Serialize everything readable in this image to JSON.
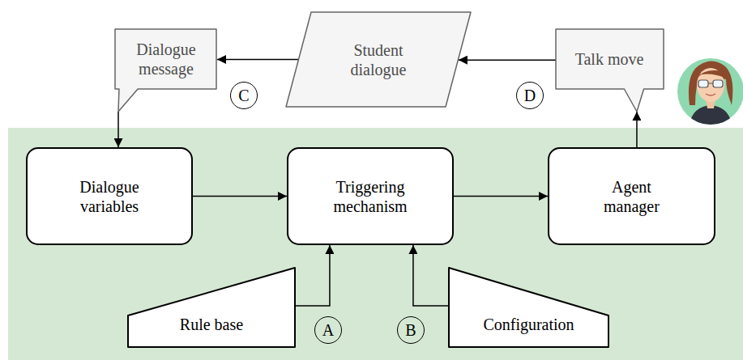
{
  "diagram": {
    "nodes": [
      {
        "text": [
          "Dialogue message"
        ]
      },
      {
        "text": [
          "Student dialogue"
        ]
      },
      {
        "text": [
          "Talk move"
        ]
      },
      {
        "text": [
          "Dialogue variables"
        ]
      },
      {
        "text": [
          "Triggering mechanism"
        ]
      },
      {
        "text": [
          "Agent manager"
        ]
      },
      {
        "text": [
          "Rule base"
        ]
      },
      {
        "text": [
          "Configuration"
        ]
      }
    ],
    "edges": [
      {
        "from": 0,
        "to": 3,
        "arrow": "to"
      },
      {
        "from": 3,
        "to": 4,
        "arrow": "to"
      },
      {
        "from": 4,
        "to": 5,
        "arrow": "to"
      },
      {
        "from": 5,
        "to": 2,
        "arrow": "to"
      },
      {
        "from": 2,
        "to": 1,
        "arrow": "to"
      },
      {
        "from": 1,
        "to": 0,
        "arrow": "to"
      },
      {
        "from": 6,
        "to": 4,
        "arrow": "to"
      },
      {
        "from": 7,
        "to": 4,
        "arrow": "to"
      }
    ],
    "labels": [
      "C",
      "D",
      "A",
      "B"
    ]
  }
}
